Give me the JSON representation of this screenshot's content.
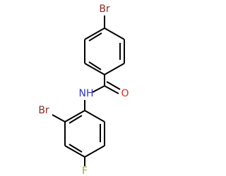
{
  "atoms": {
    "br_top": {
      "label": "Br",
      "color": "#8B2A1F"
    },
    "nh": {
      "label": "NH",
      "color": "#3333CC"
    },
    "o": {
      "label": "O",
      "color": "#E8251C"
    },
    "br_mid": {
      "label": "Br",
      "color": "#8B2A1F"
    },
    "f": {
      "label": "F",
      "color": "#8DAE2F"
    }
  }
}
